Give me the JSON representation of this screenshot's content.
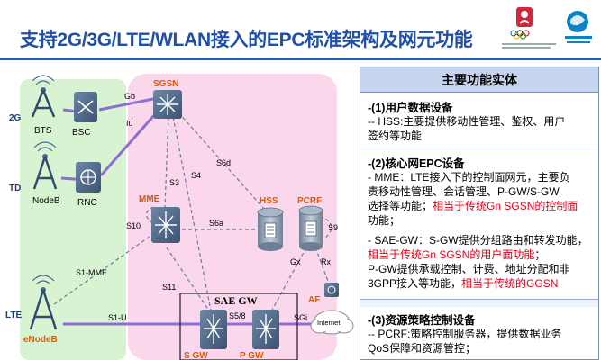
{
  "title": "支持2G/3G/LTE/WLAN接入的EPC标准架构及网元功能",
  "panel": {
    "header": "主要功能实体",
    "sections": [
      {
        "title": "-(1)用户数据设备",
        "lines": [
          "-- HSS:主要提供移动性管理、鉴权、用户",
          "签约等功能"
        ]
      },
      {
        "title": "-(2)核心网EPC设备",
        "lines": [
          "- MME：LTE接入下的控制面网元，主要负",
          "责移动性管理、会话管理、P-GW/S-GW",
          "选择等功能；"
        ],
        "lines_tail": "功能；",
        "lines_red": "相当于传统Gn SGSN的控制面",
        "lines2": [
          "- SAE-GW：S-GW提供分组路由和转发功能，"
        ],
        "lines2_red": "相当于传统Gn SGSN的用户面功能",
        "lines2_tail": "；",
        "lines3": [
          "P-GW提供承载控制、计费、地址分配和非",
          "3GPP接入等功能，"
        ],
        "lines3_red": "相当于传统的GGSN"
      },
      {
        "title": "-(3)资源策略控制设备",
        "lines": [
          "-- PCRF:策略控制服务器，提供数据业务",
          "QoS保障和资源管控；"
        ]
      }
    ]
  },
  "diagram": {
    "access_labels": {
      "g2": "2G",
      "td": "TD",
      "lte": "LTE"
    },
    "nodes": {
      "bts": "BTS",
      "bsc": "BSC",
      "nodeb": "NodeB",
      "rnc": "RNC",
      "enodeb": "eNodeB",
      "sgsn": "SGSN",
      "mme": "MME",
      "hss": "HSS",
      "pcrf": "PCRF",
      "af": "AF",
      "sgw": "S GW",
      "pgw": "P GW",
      "internet": "Internet",
      "sae": "SAE GW"
    },
    "interfaces": {
      "gb": "Gb",
      "iu": "Iu",
      "s3": "S3",
      "s4": "S4",
      "s6d": "S6d",
      "s10": "S10",
      "s6a": "S6a",
      "s9": "S9",
      "gx": "Gx",
      "rx": "Rx",
      "s1mme": "S1-MME",
      "s11": "S11",
      "s1u": "S1-U",
      "s5s8": "S5/8",
      "sgi": "SGi"
    }
  },
  "colors": {
    "title": "#1f4fa8",
    "highlight": "#e0001b",
    "node_label": "#e05a00",
    "pink_zone": "#fbd7ec",
    "green_zone": "#d8f3d2"
  }
}
